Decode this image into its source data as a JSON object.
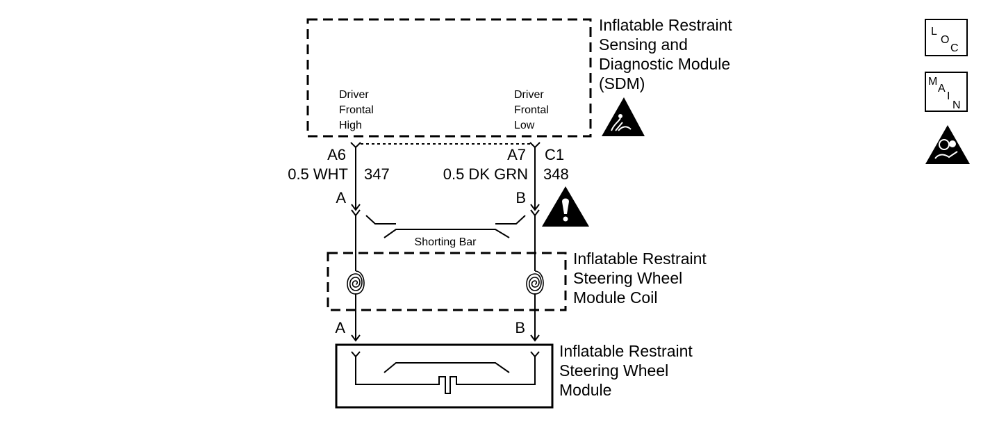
{
  "sdm": {
    "title_lines": [
      "Inflatable Restraint",
      "Sensing and",
      "Diagnostic Module",
      "(SDM)"
    ],
    "pin_left_lines": [
      "Driver",
      "Frontal",
      "High"
    ],
    "pin_right_lines": [
      "Driver",
      "Frontal",
      "Low"
    ]
  },
  "wires": {
    "left": {
      "terminal": "A6",
      "gauge_color": "0.5 WHT",
      "circuit": "347",
      "connector": "A",
      "coil_out": "A"
    },
    "right": {
      "terminal": "A7",
      "connector_id": "C1",
      "gauge_color": "0.5 DK GRN",
      "circuit": "348",
      "connector": "B",
      "coil_out": "B"
    }
  },
  "shorting_bar": {
    "label": "Shorting Bar"
  },
  "coil": {
    "title_lines": [
      "Inflatable Restraint",
      "Steering Wheel",
      "Module Coil"
    ]
  },
  "module": {
    "title_lines": [
      "Inflatable Restraint",
      "Steering Wheel",
      "Module"
    ]
  },
  "side_icons": {
    "loc": [
      "L",
      "O",
      "C"
    ],
    "main": [
      "M",
      "A",
      "I",
      "N"
    ]
  },
  "icons": [
    "esd-warning-icon",
    "caution-icon",
    "airbag-icon",
    "loc-icon",
    "main-icon"
  ]
}
